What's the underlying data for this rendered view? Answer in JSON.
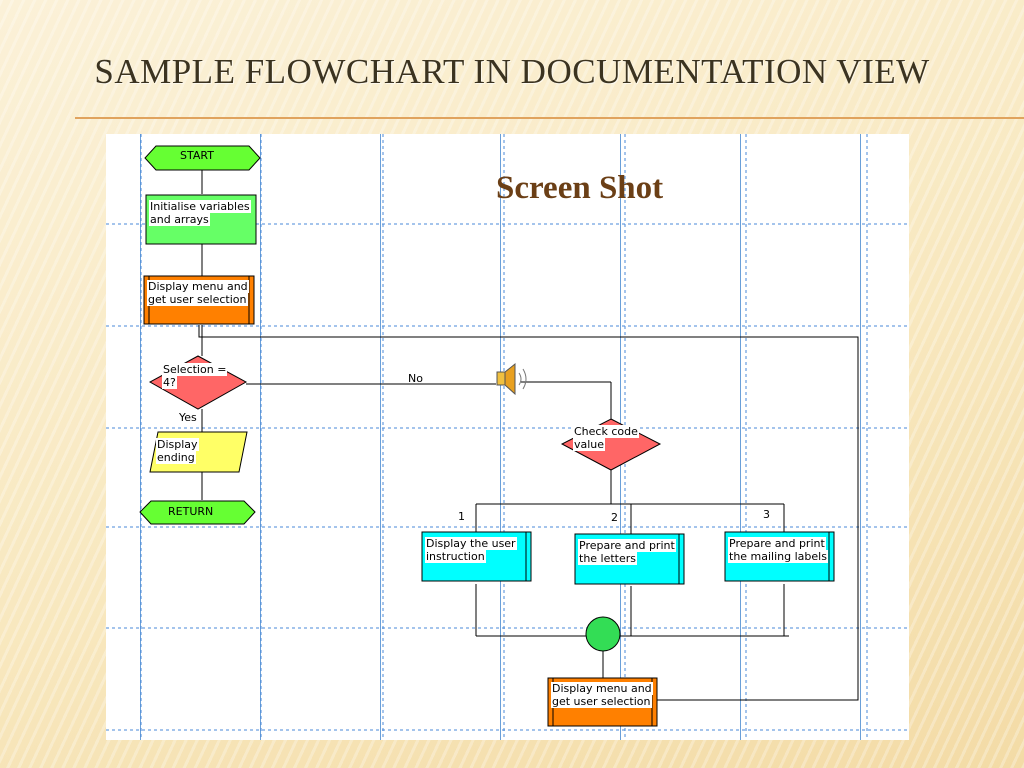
{
  "slide": {
    "title": "SAMPLE FLOWCHART IN DOCUMENTATION VIEW",
    "caption": "Screen Shot"
  },
  "flowchart": {
    "start": "START",
    "init": [
      "Initialise variables",
      "and arrays"
    ],
    "menu_top": [
      "Display menu and",
      "get user selection"
    ],
    "decision1": [
      "Selection =",
      "4?"
    ],
    "no_label": "No",
    "yes_label": "Yes",
    "display_ending": [
      "Display",
      "ending"
    ],
    "return": "RETURN",
    "decision2": [
      "Check code",
      "value"
    ],
    "branch_labels": [
      "1",
      "2",
      "3"
    ],
    "proc1": [
      "Display the user",
      "instruction"
    ],
    "proc2": [
      "Prepare and print",
      "the letters"
    ],
    "proc3": [
      "Prepare and print",
      "the mailing labels"
    ],
    "menu_bottom": [
      "Display menu and",
      "get user selection"
    ],
    "icons": [
      "speaker-icon"
    ],
    "colors": {
      "terminator": "#66ff33",
      "process_green": "#66ff66",
      "process_orange": "#ff8000",
      "decision": "#ff6666",
      "io": "#ffff66",
      "process_cyan": "#00ffff",
      "connector": "#33dd55",
      "grid": "#4a8ad8"
    }
  }
}
